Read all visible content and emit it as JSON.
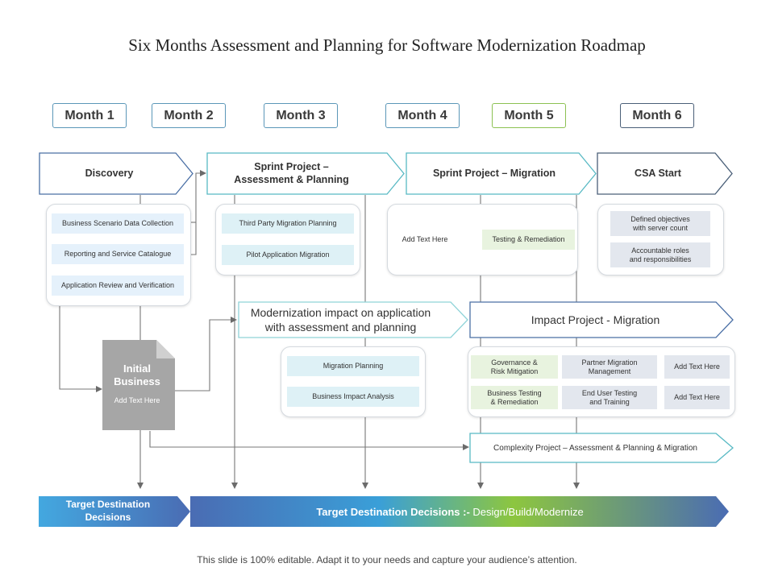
{
  "title": "Six Months Assessment and Planning for Software Modernization Roadmap",
  "months": [
    "Month 1",
    "Month 2",
    "Month 3",
    "Month 4",
    "Month 5",
    "Month 6"
  ],
  "phases": {
    "discovery": "Discovery",
    "sprint_assessment_line1": "Sprint Project –",
    "sprint_assessment_line2": "Assessment  & Planning",
    "sprint_migration": "Sprint Project – Migration",
    "csa_start": "CSA  Start"
  },
  "discovery_items": [
    "Business Scenario Data Collection",
    "Reporting and Service Catalogue",
    "Application Review and Verification"
  ],
  "assessment_items": [
    "Third Party Migration Planning",
    "Pilot Application Migration"
  ],
  "migration_items": [
    "Add Text Here",
    "Testing & Remediation"
  ],
  "csa_items": [
    {
      "line1": "Defined objectives",
      "line2": "with server count"
    },
    {
      "line1": "Accountable roles",
      "line2": "and responsibilities"
    }
  ],
  "modernization": {
    "line1": "Modernization impact on application",
    "line2": "with assessment and planning"
  },
  "impact_project": "Impact Project - Migration",
  "initial_business": {
    "line1": "Initial",
    "line2": "Business",
    "sub": "Add Text Here"
  },
  "planning_items": [
    "Migration Planning",
    "Business Impact Analysis"
  ],
  "impact_items": {
    "row1": [
      {
        "line1": "Governance &",
        "line2": "Risk Mitigation"
      },
      {
        "line1": "Partner Migration",
        "line2": "Management"
      },
      {
        "line1": "Add Text Here",
        "line2": ""
      }
    ],
    "row2": [
      {
        "line1": "Business Testing",
        "line2": "& Remediation"
      },
      {
        "line1": "End User Testing",
        "line2": "and Training"
      },
      {
        "line1": "Add Text Here",
        "line2": ""
      }
    ]
  },
  "complexity_project": "Complexity Project – Assessment & Planning & Migration",
  "target": {
    "left_line1": "Target Destination",
    "left_line2": "Decisions",
    "main_bold": "Target Destination Decisions :- ",
    "main_rest": "Design/Build/Modernize"
  },
  "footer": "This slide is 100% editable. Adapt it to your needs and capture your audience’s attention.",
  "colors": {
    "month_border": "#5b97b8",
    "month5_border": "#8cc152",
    "chevron_teal": "#58b9c4",
    "chevron_blue": "#4a6fa5",
    "doc_gray": "#a6a6a6",
    "gradient_start": "#3a9fd8",
    "gradient_end": "#8dc63f",
    "left_band_start": "#43a8e0",
    "left_band_end": "#4a6cb3"
  }
}
